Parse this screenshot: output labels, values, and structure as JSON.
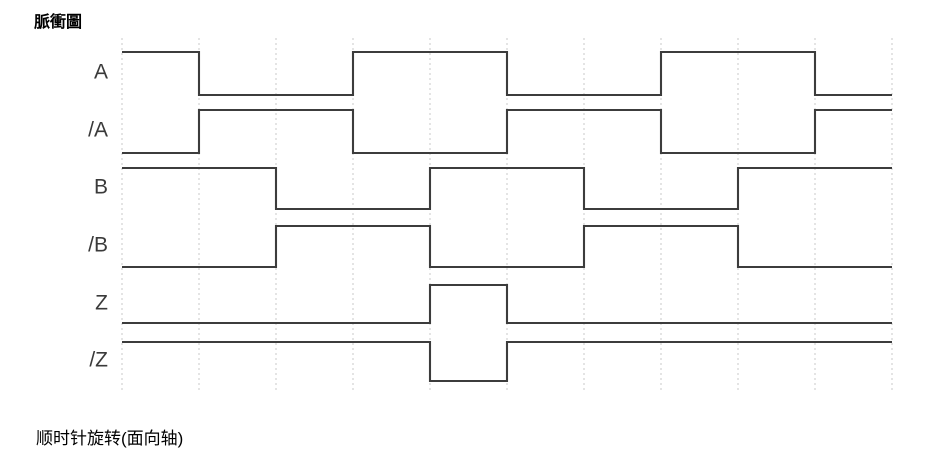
{
  "title": "脈衝圖",
  "caption": "顺时针旋转(面向轴)",
  "colors": {
    "waveform": "#3c3c3c",
    "gridline": "#c9c9c9",
    "label": "#3a3a3a",
    "title": "#000000",
    "background": "#ffffff"
  },
  "signals": [
    {
      "label": "A",
      "name": "signal-a"
    },
    {
      "label": "/A",
      "name": "signal-a-inverted"
    },
    {
      "label": "B",
      "name": "signal-b"
    },
    {
      "label": "/B",
      "name": "signal-b-inverted"
    },
    {
      "label": "Z",
      "name": "signal-z"
    },
    {
      "label": "/Z",
      "name": "signal-z-inverted"
    }
  ],
  "chart_data": {
    "type": "line",
    "title": "脈衝圖",
    "subtitle": "顺时针旋转(面向轴)",
    "xlabel": "",
    "ylabel": "",
    "grid": true,
    "legend_position": "left",
    "description": "Quadrature incremental encoder output timing diagram showing channels A, /A, B, /B, Z and /Z for clockwise rotation viewed facing the shaft.",
    "x_gridlines": [
      122,
      199,
      276,
      353,
      430,
      507,
      584,
      661,
      738,
      815,
      892
    ],
    "x_start": 122,
    "x_end": 892,
    "grid_period": 77,
    "rows": [
      {
        "name": "A",
        "y_high": 52,
        "y_low": 95,
        "initial_level": 1
      },
      {
        "name": "/A",
        "y_high": 110,
        "y_low": 153,
        "initial_level": 0
      },
      {
        "name": "B",
        "y_high": 168,
        "y_low": 209,
        "initial_level": 1
      },
      {
        "name": "/B",
        "y_high": 226,
        "y_low": 267,
        "initial_level": 0
      },
      {
        "name": "Z",
        "y_high": 285,
        "y_low": 323,
        "initial_level": 0
      },
      {
        "name": "/Z",
        "y_high": 342,
        "y_low": 381,
        "initial_level": 1
      }
    ],
    "series": [
      {
        "name": "A",
        "transitions": [
          199,
          353,
          507,
          661,
          815
        ],
        "initial_level": 1
      },
      {
        "name": "/A",
        "transitions": [
          199,
          353,
          507,
          661,
          815
        ],
        "initial_level": 0
      },
      {
        "name": "B",
        "transitions": [
          276,
          430,
          584,
          738
        ],
        "initial_level": 1
      },
      {
        "name": "/B",
        "transitions": [
          276,
          430,
          584,
          738
        ],
        "initial_level": 0
      },
      {
        "name": "Z",
        "transitions": [
          430,
          507
        ],
        "initial_level": 0
      },
      {
        "name": "/Z",
        "transitions": [
          430,
          507
        ],
        "initial_level": 1
      }
    ],
    "label_x": 108,
    "label_y": [
      73,
      131,
      188,
      246,
      304,
      361
    ]
  }
}
